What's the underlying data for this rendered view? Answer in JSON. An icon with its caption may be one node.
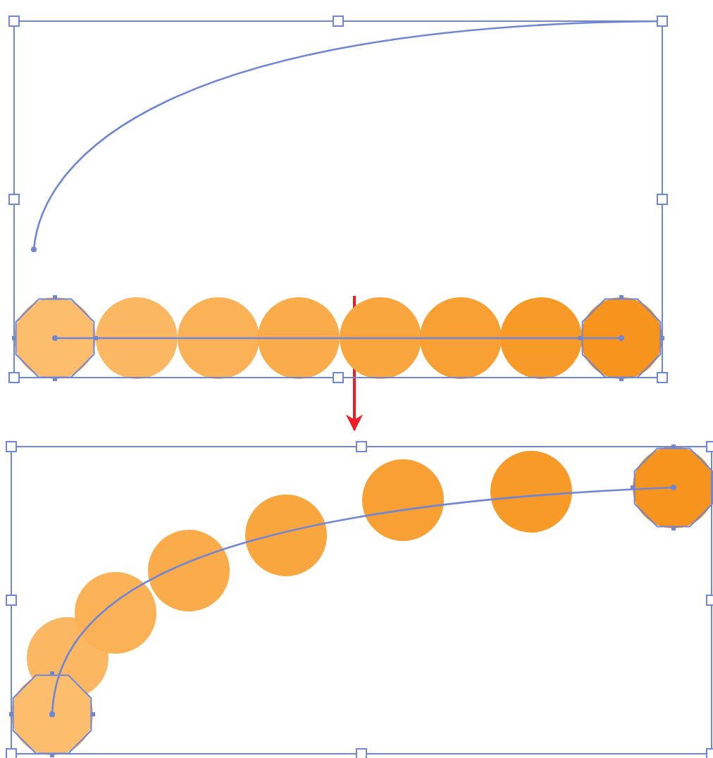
{
  "diagram": {
    "nodes": [
      {
        "text": [],
        "shape": "picture"
      },
      {
        "text": [],
        "shape": "picture"
      }
    ],
    "edges": [
      {
        "from": 0,
        "to": 1,
        "arrow": "to",
        "color": "#ee1c24"
      }
    ]
  }
}
